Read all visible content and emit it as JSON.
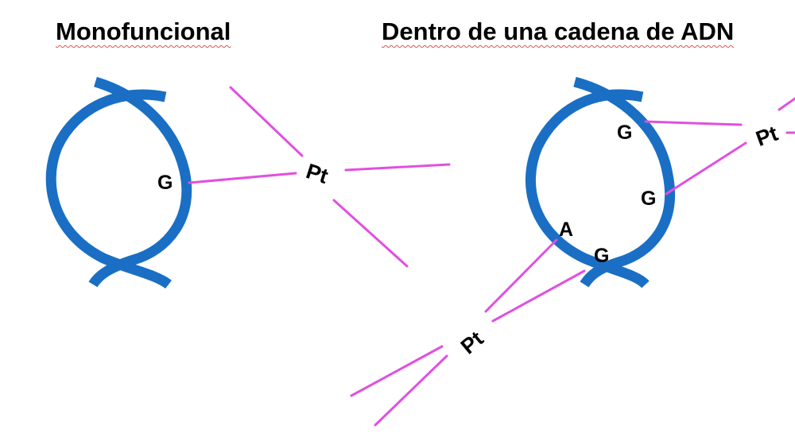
{
  "titles": {
    "left": "Monofuncional",
    "right": "Dentro de una cadena de ADN"
  },
  "labels": {
    "pt": "Pt",
    "g": "G",
    "a": "A"
  },
  "colors": {
    "dna_strand": "#1a6fc4",
    "bond": "#e050e0",
    "text": "#000000"
  }
}
